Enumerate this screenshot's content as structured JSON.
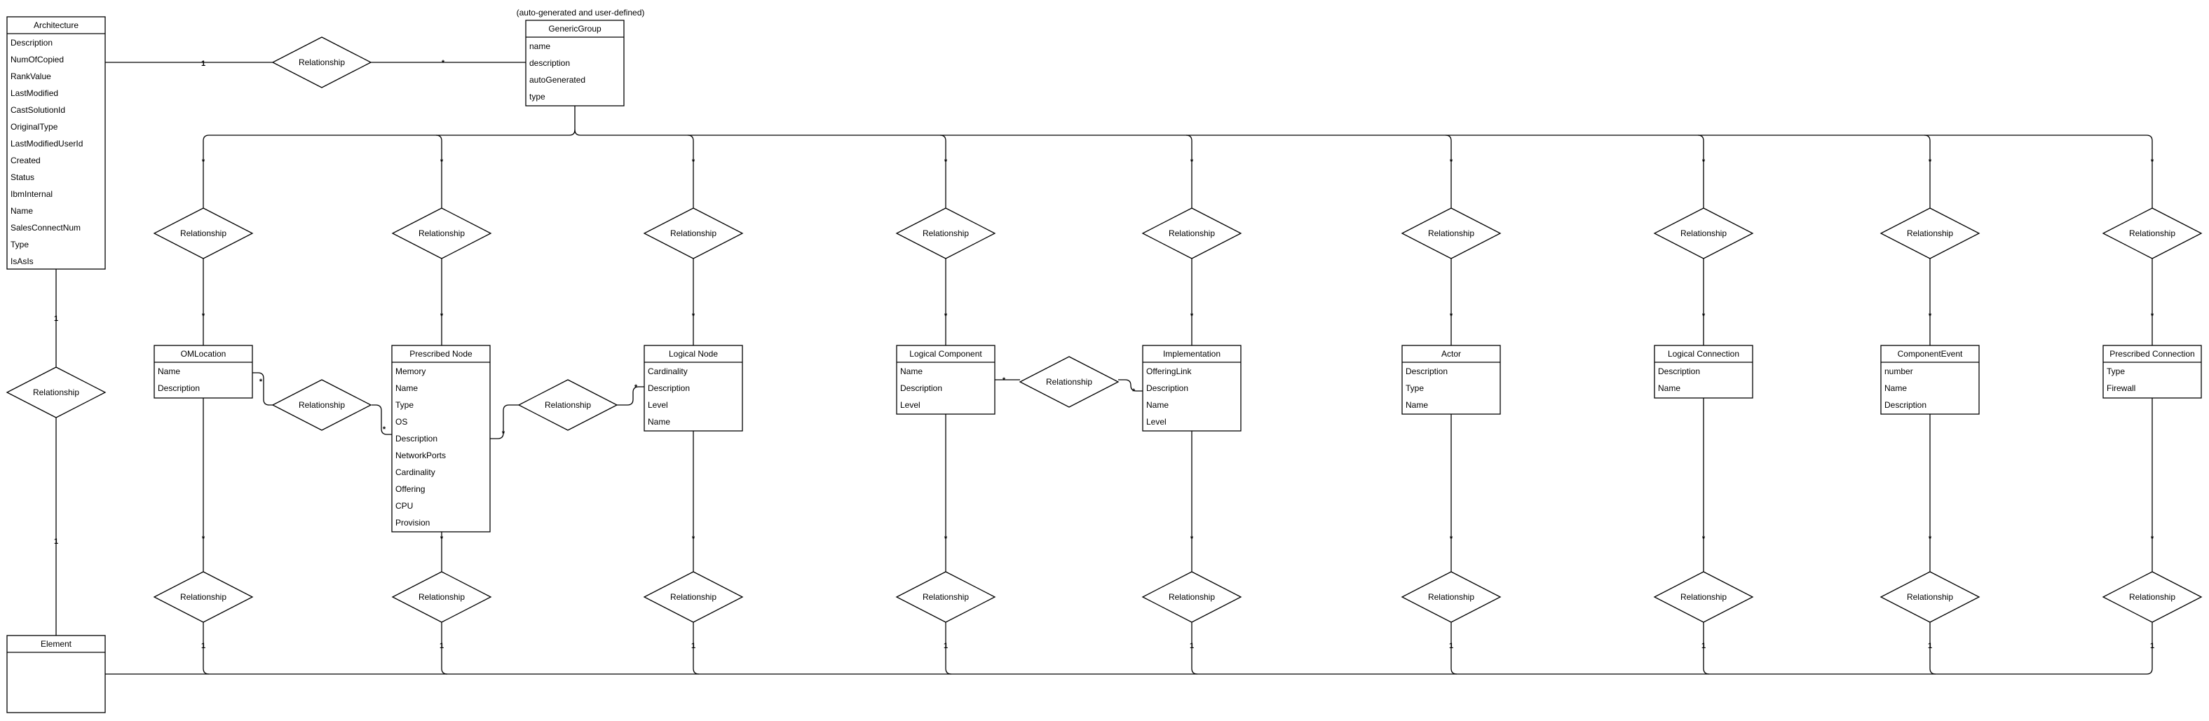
{
  "diagram": {
    "note": "(auto-generated and user-defined)",
    "relationship_label": "Relationship",
    "entities": [
      {
        "id": "architecture",
        "title": "Architecture",
        "attributes": [
          "Description",
          "NumOfCopied",
          "RankValue",
          "LastModified",
          "CastSolutionId",
          "OriginalType",
          "LastModifiedUserId",
          "Created",
          "Status",
          "IbmInternal",
          "Name",
          "SalesConnectNum",
          "Type",
          "IsAsIs"
        ]
      },
      {
        "id": "generic-group",
        "title": "GenericGroup",
        "attributes": [
          "name",
          "description",
          "autoGenerated",
          "type"
        ]
      },
      {
        "id": "element",
        "title": "Element",
        "attributes": []
      },
      {
        "id": "om-location",
        "title": "OMLocation",
        "attributes": [
          "Name",
          "Description"
        ]
      },
      {
        "id": "prescribed-node",
        "title": "Prescribed Node",
        "attributes": [
          "Memory",
          "Name",
          "Type",
          "OS",
          "Description",
          "NetworkPorts",
          "Cardinality",
          "Offering",
          "CPU",
          "Provision"
        ]
      },
      {
        "id": "logical-node",
        "title": "Logical Node",
        "attributes": [
          "Cardinality",
          "Description",
          "Level",
          "Name"
        ]
      },
      {
        "id": "logical-component",
        "title": "Logical Component",
        "attributes": [
          "Name",
          "Description",
          "Level"
        ]
      },
      {
        "id": "implementation",
        "title": "Implementation",
        "attributes": [
          "OfferingLink",
          "Description",
          "Name",
          "Level"
        ]
      },
      {
        "id": "actor",
        "title": "Actor",
        "attributes": [
          "Description",
          "Type",
          "Name"
        ]
      },
      {
        "id": "logical-connection",
        "title": "Logical Connection",
        "attributes": [
          "Description",
          "Name"
        ]
      },
      {
        "id": "component-event",
        "title": "ComponentEvent",
        "attributes": [
          "number",
          "Name",
          "Description"
        ]
      },
      {
        "id": "prescribed-connection",
        "title": "Prescribed Connection",
        "attributes": [
          "Type",
          "Firewall"
        ]
      }
    ],
    "cardinality": {
      "one": "1",
      "many": "*"
    }
  }
}
